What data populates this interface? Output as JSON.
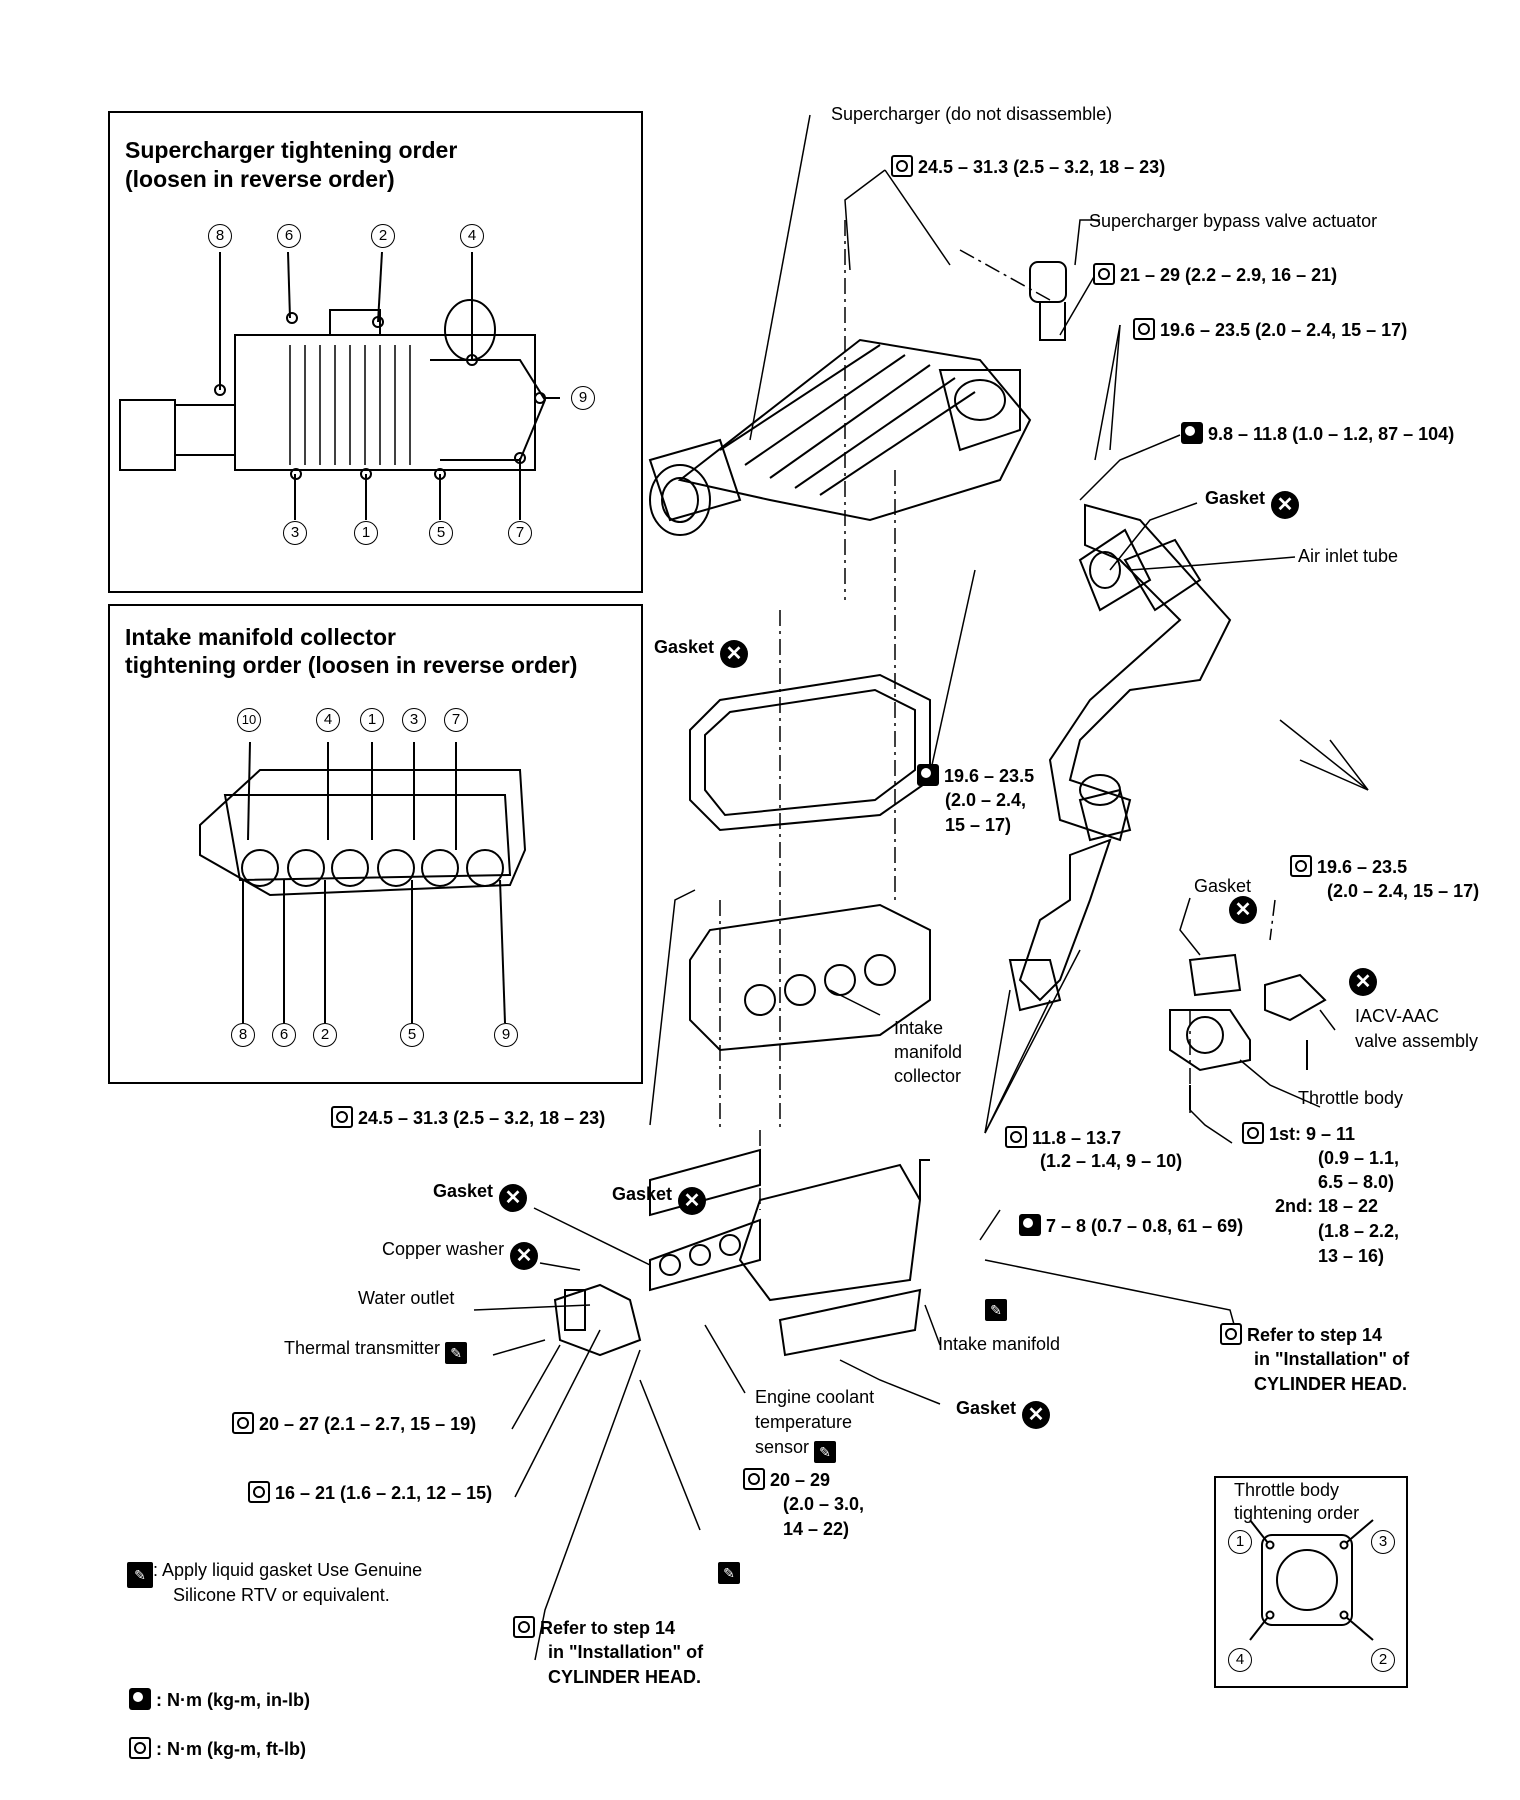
{
  "supercharger_box": {
    "title_line1": "Supercharger tightening order",
    "title_line2": "(loosen in reverse order)",
    "order": [
      "1",
      "2",
      "3",
      "4",
      "5",
      "6",
      "7",
      "8",
      "9"
    ]
  },
  "collector_box": {
    "title_line1": "Intake manifold collector",
    "title_line2": "tightening order (loosen in reverse order)",
    "order": [
      "1",
      "2",
      "3",
      "4",
      "5",
      "6",
      "7",
      "8",
      "9",
      "10"
    ]
  },
  "throttle_box": {
    "title_line1": "Throttle body",
    "title_line2": "tightening order",
    "order": [
      "1",
      "2",
      "3",
      "4"
    ]
  },
  "labels": {
    "supercharger": "Supercharger (do not disassemble)",
    "bypass_actuator": "Supercharger bypass valve actuator",
    "gasket": "Gasket",
    "air_inlet_tube": "Air inlet tube",
    "intake_manifold_collector_1": "Intake",
    "intake_manifold_collector_2": "manifold",
    "intake_manifold_collector_3": "collector",
    "iacv_1": "IACV-AAC",
    "iacv_2": "valve assembly",
    "throttle_body": "Throttle body",
    "copper_washer": "Copper washer",
    "water_outlet": "Water outlet",
    "thermal_transmitter": "Thermal transmitter",
    "intake_manifold": "Intake  manifold",
    "ect_sensor_1": "Engine coolant",
    "ect_sensor_2": "temperature",
    "ect_sensor_3": "sensor"
  },
  "torques": {
    "t1": "24.5 – 31.3 (2.5 – 3.2, 18 – 23)",
    "t2": "21 – 29 (2.2 – 2.9, 16 – 21)",
    "t3": "19.6 – 23.5 (2.0 – 2.4, 15 – 17)",
    "t4": "9.8 – 11.8 (1.0 – 1.2, 87 – 104)",
    "t5_1": "19.6 – 23.5",
    "t5_2": "(2.0 – 2.4,",
    "t5_3": "15 –  17)",
    "t6_1": "19.6 – 23.5",
    "t6_2": "(2.0 – 2.4, 15 – 17)",
    "t7": "24.5 – 31.3 (2.5 – 3.2, 18 – 23)",
    "t8_1": "11.8 – 13.7",
    "t8_2": "(1.2 – 1.4, 9 – 10)",
    "t9_1": "1st: 9 – 11",
    "t9_2": "(0.9 – 1.1,",
    "t9_3": "6.5 – 8.0)",
    "t9_4": "2nd: 18 – 22",
    "t9_5": "(1.8 – 2.2,",
    "t9_6": "13 – 16)",
    "t10": "7 – 8 (0.7 – 0.8, 61 – 69)",
    "t11": "20 – 27 (2.1 – 2.7, 15 – 19)",
    "t12": "16 – 21 (1.6 – 2.1, 12 – 15)",
    "t13_1": "20 – 29",
    "t13_2": "(2.0 – 3.0,",
    "t13_3": "14 – 22)"
  },
  "refer": {
    "line1": "Refer to step 14",
    "line2": "in \"Installation\" of",
    "line3": "CYLINDER HEAD."
  },
  "legend": {
    "liquid_gasket_1": ": Apply liquid gasket  Use Genuine",
    "liquid_gasket_2": "Silicone RTV or equivalent.",
    "nm_inlb": ": N·m (kg-m, in-lb)",
    "nm_ftlb": ": N·m (kg-m, ft-lb)"
  }
}
